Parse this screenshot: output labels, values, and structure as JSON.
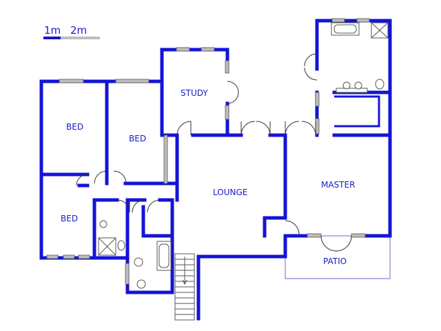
{
  "scale_bar": {
    "label_1": "1m",
    "label_2": "2m"
  },
  "rooms": {
    "bed_1": "BED",
    "bed_2": "BED",
    "bed_3": "BED",
    "study": "STUDY",
    "lounge": "LOUNGE",
    "master": "MASTER",
    "patio": "PATIO"
  },
  "colors": {
    "wall": "#1414d6",
    "label": "#1a1acc",
    "window": "#bdbdbd",
    "scale_second": "#bdbdbd"
  }
}
